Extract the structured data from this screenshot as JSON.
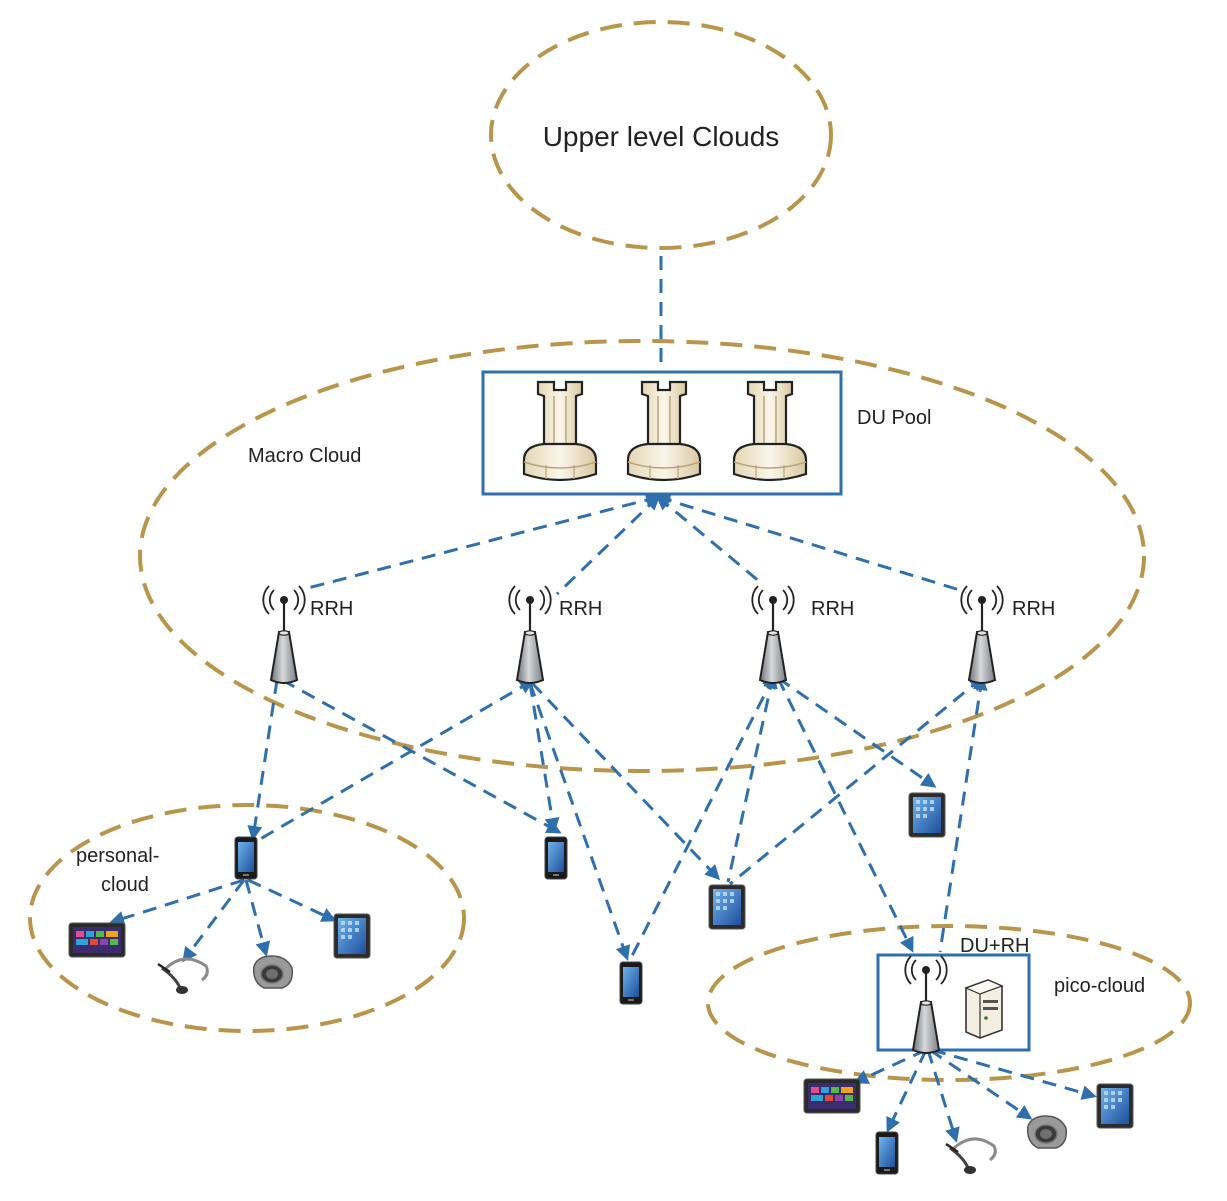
{
  "colors": {
    "cloud_dash": "#B8954A",
    "link_dash": "#2F6FAE",
    "box_border": "#2F6FAE",
    "tower_body": "#9EA2A6",
    "du_unit": "#F1E8D2"
  },
  "labels": {
    "upper_cloud": "Upper level Clouds",
    "du_pool": "DU Pool",
    "macro_cloud": "Macro Cloud",
    "rrh": "RRH",
    "personal_cloud_line1": "personal-",
    "personal_cloud_line2": "cloud",
    "du_rh": "DU+RH",
    "pico_cloud": "pico-cloud"
  },
  "icons": {
    "du_unit": "du-unit-icon",
    "antenna": "antenna-tower-icon",
    "phone": "smartphone-icon",
    "tablet": "tablet-icon",
    "windows_tablet": "windows-tablet-icon",
    "headset": "headset-icon",
    "smartwatch": "smartwatch-icon",
    "server": "server-icon"
  }
}
